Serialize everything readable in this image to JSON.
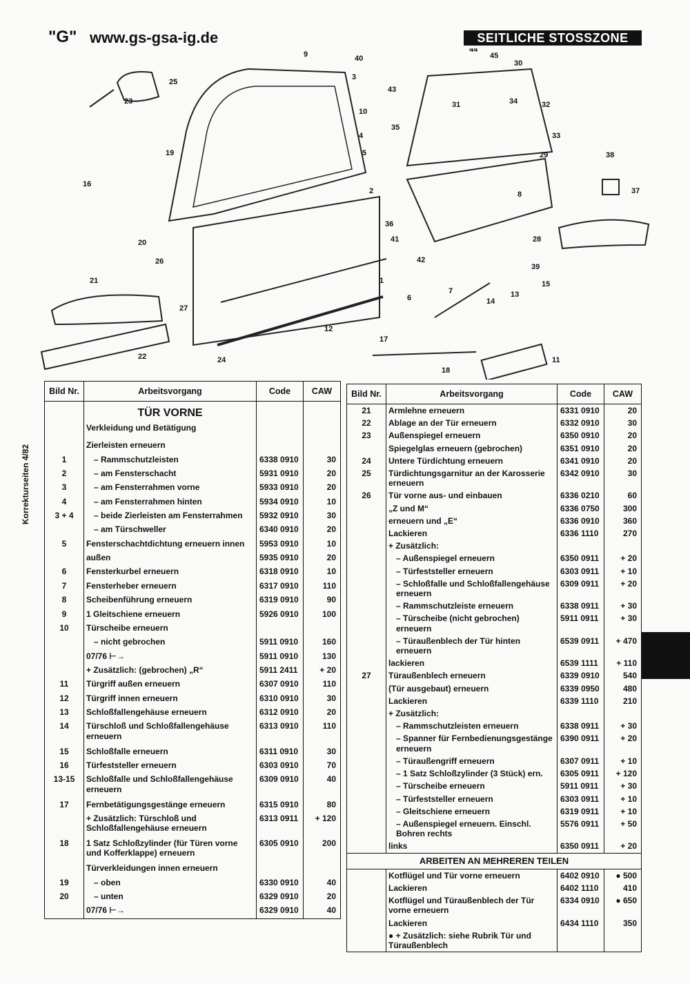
{
  "header": {
    "g": "\"G\"",
    "url": "www.gs-gsa-ig.de",
    "section": "SEITLICHE STOSSZONE"
  },
  "side_note": "Korrekturseiten 4/82",
  "diagram": {
    "callouts": [
      "1",
      "2",
      "3",
      "4",
      "5",
      "6",
      "7",
      "8",
      "9",
      "10",
      "11",
      "12",
      "13",
      "14",
      "15",
      "16",
      "17",
      "18",
      "19",
      "20",
      "21",
      "22",
      "23",
      "24",
      "25",
      "26",
      "27",
      "28",
      "29",
      "30",
      "31",
      "32",
      "33",
      "34",
      "35",
      "36",
      "37",
      "38",
      "39",
      "40",
      "41",
      "42",
      "43",
      "44",
      "45"
    ]
  },
  "columns": {
    "nr": "Bild Nr.",
    "op": "Arbeitsvorgang",
    "code": "Code",
    "caw": "CAW"
  },
  "left": {
    "title": "TÜR VORNE",
    "subtitle": "Verkleidung und Betätigung",
    "rows": [
      {
        "nr": "",
        "op": "Zierleisten erneuern",
        "code": "",
        "caw": ""
      },
      {
        "nr": "1",
        "op": "– Rammschutzleisten",
        "code": "6338 0910",
        "caw": "30"
      },
      {
        "nr": "2",
        "op": "– am Fensterschacht",
        "code": "5931 0910",
        "caw": "20"
      },
      {
        "nr": "3",
        "op": "– am Fensterrahmen vorne",
        "code": "5933 0910",
        "caw": "20"
      },
      {
        "nr": "4",
        "op": "– am Fensterrahmen hinten",
        "code": "5934 0910",
        "caw": "10"
      },
      {
        "nr": "3 + 4",
        "op": "– beide Zierleisten am Fensterrahmen",
        "code": "5932 0910",
        "caw": "30"
      },
      {
        "nr": "",
        "op": "– am Türschweller",
        "code": "6340 0910",
        "caw": "20"
      },
      {
        "nr": "5",
        "op": "Fensterschachtdichtung erneuern  innen",
        "code": "5953 0910",
        "caw": "10"
      },
      {
        "nr": "",
        "op": "außen",
        "code": "5935 0910",
        "caw": "20"
      },
      {
        "nr": "6",
        "op": "Fensterkurbel erneuern",
        "code": "6318 0910",
        "caw": "10"
      },
      {
        "nr": "7",
        "op": "Fensterheber erneuern",
        "code": "6317 0910",
        "caw": "110"
      },
      {
        "nr": "8",
        "op": "Scheibenführung erneuern",
        "code": "6319 0910",
        "caw": "90"
      },
      {
        "nr": "9",
        "op": "1 Gleitschiene erneuern",
        "code": "5926 0910",
        "caw": "100"
      },
      {
        "nr": "10",
        "op": "Türscheibe erneuern",
        "code": "",
        "caw": ""
      },
      {
        "nr": "",
        "op": "– nicht gebrochen",
        "code": "5911 0910",
        "caw": "160"
      },
      {
        "nr": "",
        "op": "07/76 ⊢→",
        "code": "5911 0910",
        "caw": "130"
      },
      {
        "nr": "",
        "op": "+ Zusätzlich: (gebrochen) „R“",
        "code": "5911 2411",
        "caw": "+ 20"
      },
      {
        "nr": "11",
        "op": "Türgriff außen erneuern",
        "code": "6307 0910",
        "caw": "110"
      },
      {
        "nr": "12",
        "op": "Türgriff innen erneuern",
        "code": "6310 0910",
        "caw": "30"
      },
      {
        "nr": "13",
        "op": "Schloßfallengehäuse erneuern",
        "code": "6312 0910",
        "caw": "20"
      },
      {
        "nr": "14",
        "op": "Türschloß und Schloßfallengehäuse erneuern",
        "code": "6313 0910",
        "caw": "110"
      },
      {
        "nr": "15",
        "op": "Schloßfalle erneuern",
        "code": "6311 0910",
        "caw": "30"
      },
      {
        "nr": "16",
        "op": "Türfeststeller erneuern",
        "code": "6303 0910",
        "caw": "70"
      },
      {
        "nr": "13-15",
        "op": "Schloßfalle und Schloßfallengehäuse erneuern",
        "code": "6309 0910",
        "caw": "40"
      },
      {
        "nr": "17",
        "op": "Fernbetätigungsgestänge  erneuern",
        "code": "6315 0910",
        "caw": "80"
      },
      {
        "nr": "",
        "op": "+ Zusätzlich: Türschloß und Schloßfallengehäuse erneuern",
        "code": "6313 0911",
        "caw": "+ 120"
      },
      {
        "nr": "18",
        "op": "1 Satz Schloßzylinder (für Türen vorne und Kofferklappe) erneuern",
        "code": "6305 0910",
        "caw": "200"
      },
      {
        "nr": "",
        "op": "Türverkleidungen innen erneuern",
        "code": "",
        "caw": ""
      },
      {
        "nr": "19",
        "op": "– oben",
        "code": "6330 0910",
        "caw": "40"
      },
      {
        "nr": "20",
        "op": "– unten",
        "code": "6329 0910",
        "caw": "20"
      },
      {
        "nr": "",
        "op": "07/76 ⊢→",
        "code": "6329 0910",
        "caw": "40"
      }
    ]
  },
  "right": {
    "rows": [
      {
        "nr": "21",
        "op": "Armlehne erneuern",
        "code": "6331 0910",
        "caw": "20"
      },
      {
        "nr": "22",
        "op": "Ablage an der Tür erneuern",
        "code": "6332 0910",
        "caw": "30"
      },
      {
        "nr": "23",
        "op": "Außenspiegel erneuern",
        "code": "6350 0910",
        "caw": "20"
      },
      {
        "nr": "",
        "op": "Spiegelglas erneuern (gebrochen)",
        "code": "6351 0910",
        "caw": "20"
      },
      {
        "nr": "24",
        "op": "Untere Türdichtung erneuern",
        "code": "6341 0910",
        "caw": "20"
      },
      {
        "nr": "25",
        "op": "Türdichtungsgarnitur an der Karosserie erneuern",
        "code": "6342 0910",
        "caw": "30"
      },
      {
        "nr": "26",
        "op": "Tür vorne aus- und einbauen",
        "code": "6336 0210",
        "caw": "60"
      },
      {
        "nr": "",
        "op": "„Z und M“",
        "code": "6336 0750",
        "caw": "300"
      },
      {
        "nr": "",
        "op": "erneuern und „E“",
        "code": "6336 0910",
        "caw": "360"
      },
      {
        "nr": "",
        "op": "Lackieren",
        "code": "6336 1110",
        "caw": "270"
      },
      {
        "nr": "",
        "op": "+ Zusätzlich:",
        "code": "",
        "caw": ""
      },
      {
        "nr": "",
        "op": "– Außenspiegel erneuern",
        "code": "6350 0911",
        "caw": "+ 20"
      },
      {
        "nr": "",
        "op": "– Türfeststeller erneuern",
        "code": "6303 0911",
        "caw": "+ 10"
      },
      {
        "nr": "",
        "op": "– Schloßfalle und Schloßfallengehäuse erneuern",
        "code": "6309 0911",
        "caw": "+ 20"
      },
      {
        "nr": "",
        "op": "– Rammschutzleiste erneuern",
        "code": "6338 0911",
        "caw": "+ 30"
      },
      {
        "nr": "",
        "op": "– Türscheibe (nicht gebrochen) erneuern",
        "code": "5911 0911",
        "caw": "+ 30"
      },
      {
        "nr": "",
        "op": "– Türaußenblech der Tür hinten erneuern",
        "code": "6539 0911",
        "caw": "+ 470"
      },
      {
        "nr": "",
        "op": "lackieren",
        "code": "6539 1111",
        "caw": "+ 110"
      },
      {
        "nr": "27",
        "op": "Türaußenblech erneuern",
        "code": "6339 0910",
        "caw": "540"
      },
      {
        "nr": "",
        "op": "(Tür ausgebaut) erneuern",
        "code": "6339 0950",
        "caw": "480"
      },
      {
        "nr": "",
        "op": "Lackieren",
        "code": "6339 1110",
        "caw": "210"
      },
      {
        "nr": "",
        "op": "+ Zusätzlich:",
        "code": "",
        "caw": ""
      },
      {
        "nr": "",
        "op": "– Rammschutzleisten erneuern",
        "code": "6338 0911",
        "caw": "+ 30"
      },
      {
        "nr": "",
        "op": "– Spanner für Fernbedienungsgestänge erneuern",
        "code": "6390 0911",
        "caw": "+ 20"
      },
      {
        "nr": "",
        "op": "– Türaußengriff erneuern",
        "code": "6307 0911",
        "caw": "+ 10"
      },
      {
        "nr": "",
        "op": "– 1 Satz Schloßzylinder (3 Stück) ern.",
        "code": "6305 0911",
        "caw": "+ 120"
      },
      {
        "nr": "",
        "op": "– Türscheibe erneuern",
        "code": "5911 0911",
        "caw": "+ 30"
      },
      {
        "nr": "",
        "op": "– Türfeststeller erneuern",
        "code": "6303 0911",
        "caw": "+ 10"
      },
      {
        "nr": "",
        "op": "– Gleitschiene erneuern",
        "code": "6319 0911",
        "caw": "+ 10"
      },
      {
        "nr": "",
        "op": "– Außenspiegel erneuern. Einschl. Bohren  rechts",
        "code": "5576 0911",
        "caw": "+ 50"
      },
      {
        "nr": "",
        "op": "links",
        "code": "6350 0911",
        "caw": "+ 20"
      }
    ],
    "section2_title": "ARBEITEN AN MEHREREN TEILEN",
    "rows2": [
      {
        "nr": "",
        "op": "Kotflügel und Tür vorne erneuern",
        "code": "6402 0910",
        "caw": "● 500"
      },
      {
        "nr": "",
        "op": "Lackieren",
        "code": "6402 1110",
        "caw": "410"
      },
      {
        "nr": "",
        "op": "Kotflügel und Türaußenblech der Tür vorne erneuern",
        "code": "6334 0910",
        "caw": "● 650"
      },
      {
        "nr": "",
        "op": "Lackieren",
        "code": "6434 1110",
        "caw": "350"
      },
      {
        "nr": "",
        "op": "● + Zusätzlich: siehe Rubrik Tür und Türaußenblech",
        "code": "",
        "caw": ""
      }
    ]
  }
}
